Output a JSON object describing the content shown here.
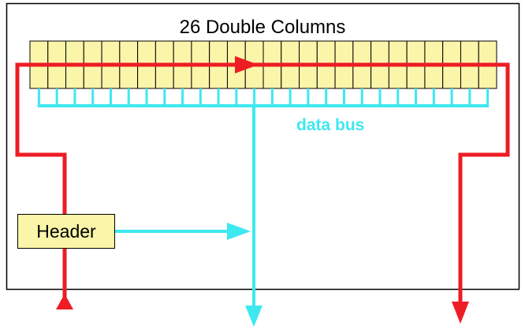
{
  "title": "26 Double Columns",
  "bus_label": "data bus",
  "header_label": "Header",
  "column_count": 26,
  "rows": 2,
  "colors": {
    "readout_line": "#ee1c24",
    "data_bus": "#3ee8f0",
    "cell_fill": "#faf5a8",
    "border": "#000000"
  }
}
